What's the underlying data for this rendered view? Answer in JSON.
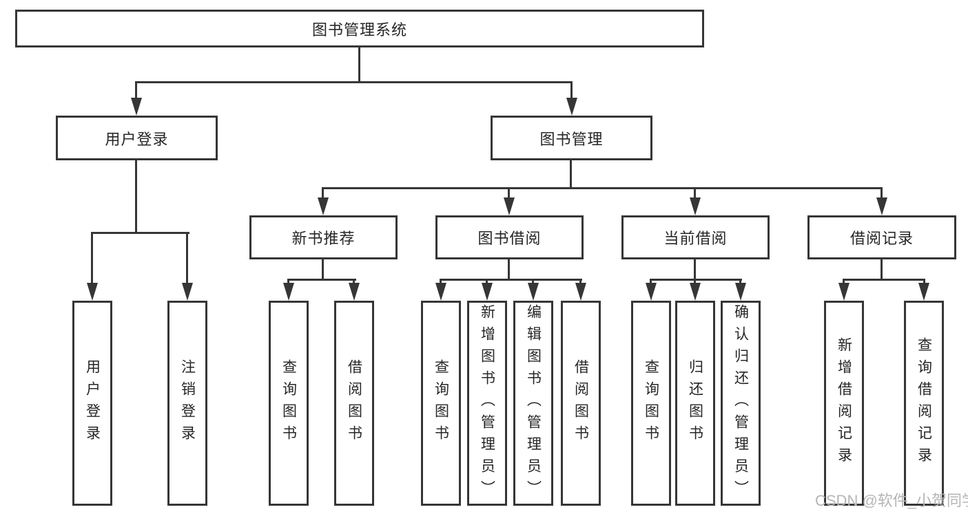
{
  "tree": {
    "root": {
      "label": "图书管理系统"
    },
    "user_login": {
      "label": "用户登录",
      "children": [
        {
          "label": "用户登录"
        },
        {
          "label": "注销登录"
        }
      ]
    },
    "book_management": {
      "label": "图书管理",
      "children": [
        {
          "label": "新书推荐",
          "children": [
            {
              "label": "查询图书"
            },
            {
              "label": "借阅图书"
            }
          ]
        },
        {
          "label": "图书借阅",
          "children": [
            {
              "label": "查询图书"
            },
            {
              "label": "新增图书（管理员）"
            },
            {
              "label": "编辑图书（管理员）"
            },
            {
              "label": "借阅图书"
            }
          ]
        },
        {
          "label": "当前借阅",
          "children": [
            {
              "label": "查询图书"
            },
            {
              "label": "归还图书"
            },
            {
              "label": "确认归还（管理员）"
            }
          ]
        },
        {
          "label": "借阅记录",
          "children": [
            {
              "label": "新增借阅记录"
            },
            {
              "label": "查询借阅记录"
            }
          ]
        }
      ]
    }
  },
  "watermark": {
    "text": "CSDN @软件_小贺同学"
  },
  "colors": {
    "line": "#363636",
    "text": "#262626",
    "watermark": "#b5b5b5",
    "background": "#ffffff"
  }
}
